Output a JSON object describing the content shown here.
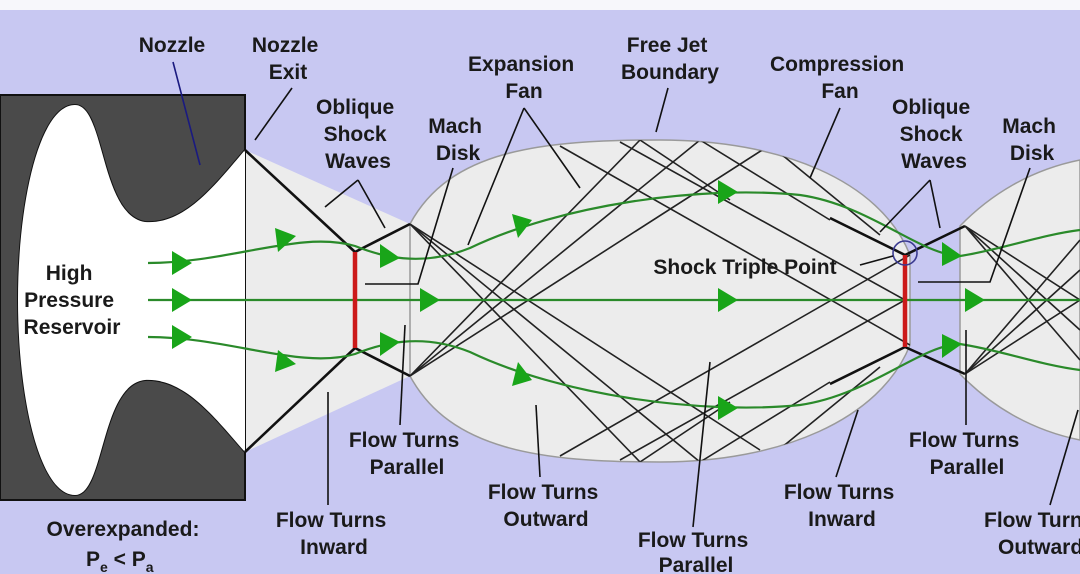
{
  "colors": {
    "background": "#c8c8f2",
    "nozzle_body": "#4a4a4a",
    "plume_fill": "#ececec",
    "flow_line": "#2a8a2a",
    "flow_arrow": "#19a519",
    "mach_disk": "#cc1a1a",
    "shock_line": "#111111",
    "pointer": "#1a1a80"
  },
  "labels": {
    "nozzle": "Nozzle",
    "nozzle_exit": [
      "Nozzle",
      "Exit"
    ],
    "oblique_shock_waves_1": [
      "Oblique",
      "Shock",
      "Waves"
    ],
    "mach_disk_1": [
      "Mach",
      "Disk"
    ],
    "expansion_fan": [
      "Expansion",
      "Fan"
    ],
    "free_jet_boundary": [
      "Free Jet",
      "Boundary"
    ],
    "compression_fan": [
      "Compression",
      "Fan"
    ],
    "oblique_shock_waves_2": [
      "Oblique",
      "Shock",
      "Waves"
    ],
    "mach_disk_2": [
      "Mach",
      "Disk"
    ],
    "high_pressure_reservoir": [
      "High",
      "Pressure",
      "Reservoir"
    ],
    "shock_triple_point": "Shock Triple Point",
    "flow_turns_parallel_1": [
      "Flow Turns",
      "Parallel"
    ],
    "flow_turns_outward_1": [
      "Flow Turns",
      "Outward"
    ],
    "flow_turns_inward_1": [
      "Flow Turns",
      "Inward"
    ],
    "flow_turns_parallel_2": [
      "Flow Turns",
      "Parallel"
    ],
    "flow_turns_inward_2": [
      "Flow Turns",
      "Inward"
    ],
    "flow_turns_parallel_3": [
      "Flow Turns",
      "Parallel"
    ],
    "flow_turns_outward_2": [
      "Flow Turns",
      "Outward"
    ],
    "overexpanded": "Overexpanded:",
    "pressure_relation": {
      "p1": "P",
      "s1": "e",
      "op": " < ",
      "p2": "P",
      "s2": "a"
    }
  }
}
